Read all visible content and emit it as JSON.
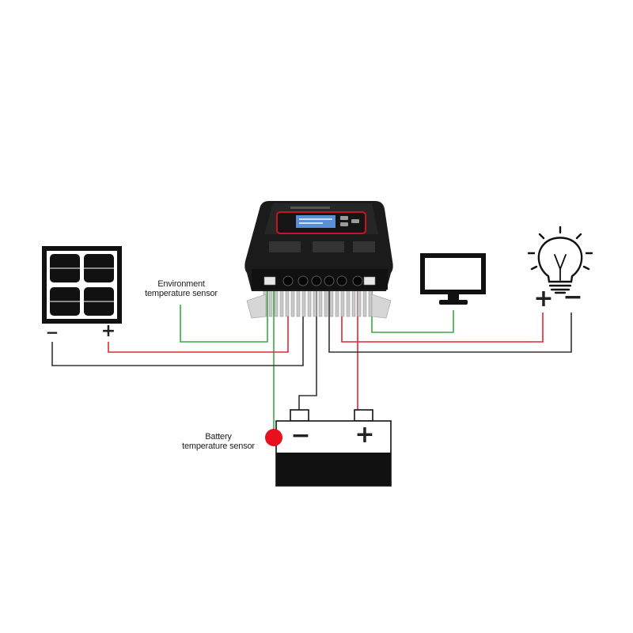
{
  "labels": {
    "env_sensor_line1": "Environment",
    "env_sensor_line2": "temperature sensor",
    "bat_sensor_line1": "Battery",
    "bat_sensor_line2": "temperature sensor"
  },
  "signs": {
    "panel_minus": "−",
    "panel_plus": "+",
    "battery_minus": "−",
    "battery_plus": "+",
    "load_plus": "+",
    "load_minus": "−"
  },
  "colors": {
    "positive_wire": "#e0282e",
    "negative_wire": "#333333",
    "sensor_wire": "#3aa845",
    "controller_body": "#1b1b1b",
    "controller_accent": "#c4161c",
    "lcd": "#5a8fd6",
    "battery_sensor_dot": "#e8101c"
  },
  "icons": {
    "solar_panel": "solar-panel-icon",
    "controller": "charge-controller-icon",
    "monitor": "monitor-icon",
    "bulb": "light-bulb-icon",
    "battery": "battery-icon"
  }
}
